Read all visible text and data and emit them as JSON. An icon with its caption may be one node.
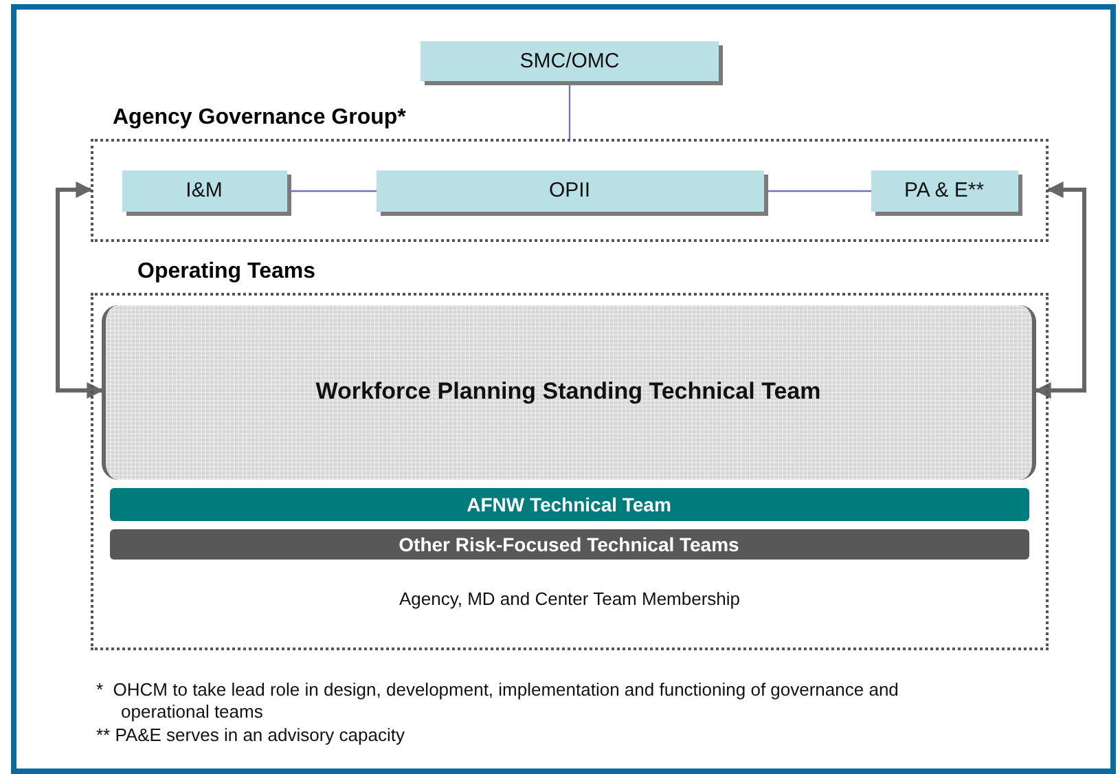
{
  "diagram": {
    "nodes": [
      {
        "text": [
          "SMC/OMC"
        ]
      },
      {
        "text": [
          "Agency Governance Group*"
        ]
      },
      {
        "text": [
          "I&M"
        ],
        "in": 1
      },
      {
        "text": [
          "OPII"
        ],
        "in": 1
      },
      {
        "text": [
          "PA & E**"
        ],
        "in": 1
      },
      {
        "text": [
          "Operating Teams",
          "Agency, MD and Center Team Membership"
        ]
      },
      {
        "text": [
          "Workforce Planning Standing Technical Team"
        ],
        "in": 5
      },
      {
        "text": [
          "AFNW Technical Team"
        ],
        "in": 5
      },
      {
        "text": [
          "Other Risk-Focused Technical Teams"
        ],
        "in": 5
      }
    ],
    "edges": [
      {
        "from": 0,
        "to": 1,
        "arrow": "none"
      },
      {
        "from": 2,
        "to": 3,
        "arrow": "none"
      },
      {
        "from": 3,
        "to": 4,
        "arrow": "none"
      },
      {
        "from": 6,
        "to": 1,
        "arrow": "both",
        "color": "#666666",
        "style": "thick"
      },
      {
        "from": 6,
        "to": 1,
        "arrow": "both",
        "color": "#666666",
        "style": "thick"
      }
    ],
    "labels": [
      "*  OHCM to take lead role in design, development, implementation and functioning of governance and operational teams",
      "** PA&E serves in an advisory capacity"
    ]
  }
}
